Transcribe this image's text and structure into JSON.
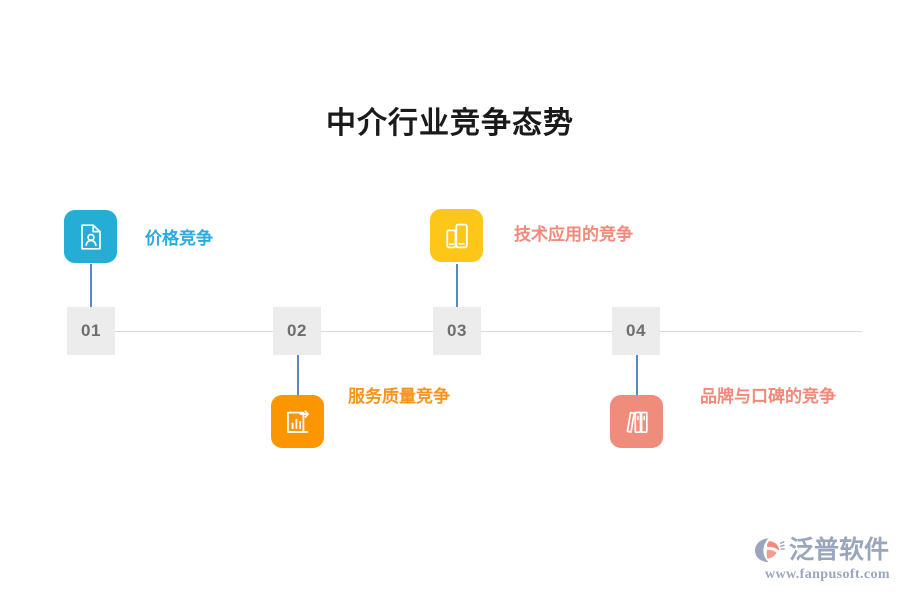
{
  "title": "中介行业竞争态势",
  "timeline": {
    "items": [
      {
        "number": "01",
        "label": "价格竞争",
        "icon": "document-person-icon",
        "tile_color": "#25ADD5",
        "label_color": "#29ABE2",
        "position": "above"
      },
      {
        "number": "02",
        "label": "服务质量竞争",
        "icon": "bar-chart-growth-icon",
        "tile_color": "#FB9500",
        "label_color": "#F7941E",
        "position": "below"
      },
      {
        "number": "03",
        "label": "技术应用的竞争",
        "icon": "devices-tablet-phone-icon",
        "tile_color": "#FDC71A",
        "label_color": "#F2897A",
        "position": "above"
      },
      {
        "number": "04",
        "label": "品牌与口碑的竞争",
        "icon": "books-shelf-icon",
        "tile_color": "#EF8C7B",
        "label_color": "#F2897A",
        "position": "below"
      }
    ],
    "axis_color": "#d8d8d8",
    "marker_bg": "#ececec",
    "marker_text_color": "#6e6e6e",
    "stem_color": "#5b86c4"
  },
  "watermark": {
    "brand": "泛普软件",
    "url": "www.fanpusoft.com",
    "color": "#9aa6bd",
    "accent": "#EF8C7B"
  }
}
